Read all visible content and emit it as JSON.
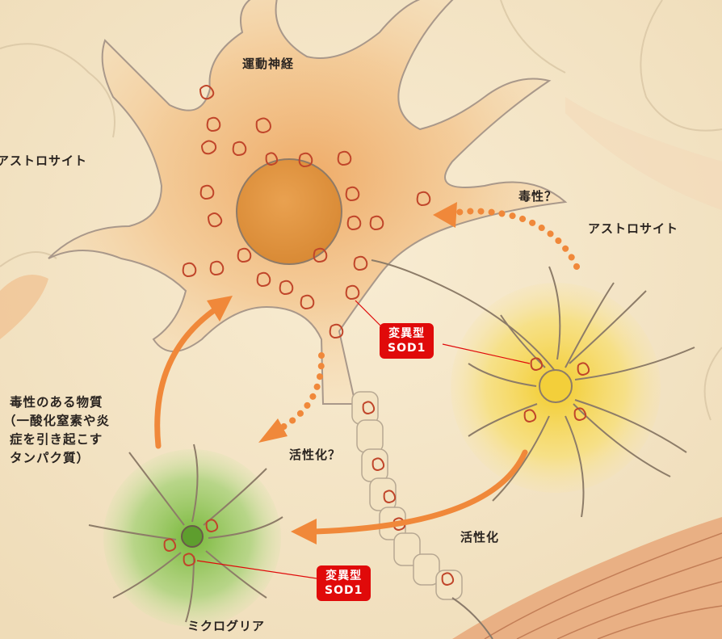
{
  "labels": {
    "motor_neuron": "運動神経",
    "astrocyte_left": "アストロサイト",
    "astrocyte_right": "アストロサイト",
    "toxicity_q": "毒性？",
    "activation_q": "活性化？",
    "activation": "活性化",
    "toxic_substance_1": "毒性のある物質",
    "toxic_substance_2": "（一酸化窒素や炎",
    "toxic_substance_3": "症を引き起こす",
    "toxic_substance_4": "タンパク質）",
    "microglia": "ミクログリア"
  },
  "badges": {
    "neuron_top": "変異型",
    "neuron_bottom": "SOD1",
    "microglia_top": "変異型",
    "microglia_bottom": "SOD1"
  },
  "colors": {
    "arrow": "#f0883a",
    "badge": "#e00a0a",
    "neuron": "#f2b97a",
    "nucleus": "#e0913a",
    "astrocyte": "#f5d64a",
    "microglia": "#8fc24a",
    "protein": "#c0452a"
  }
}
